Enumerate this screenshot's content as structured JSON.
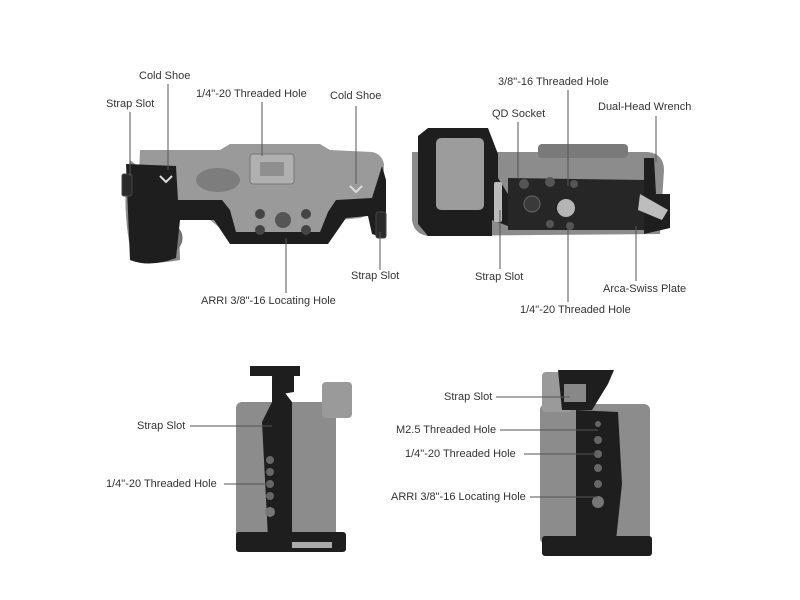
{
  "colors": {
    "background": "#ffffff",
    "label_text": "#333333",
    "leader_line": "#555555",
    "camera_grey": "#8c8c8c",
    "cage_black": "#1e1e1e"
  },
  "views": {
    "top": {
      "labels": {
        "strap_slot_left": "Strap Slot",
        "cold_shoe_left": "Cold Shoe",
        "threaded_hole_14": "1/4\"-20 Threaded Hole",
        "cold_shoe_right": "Cold Shoe",
        "strap_slot_right": "Strap Slot",
        "arri_hole": "ARRI 3/8\"-16 Locating Hole"
      }
    },
    "bottom": {
      "labels": {
        "threaded_hole_38": "3/8\"-16 Threaded Hole",
        "qd_socket": "QD Socket",
        "dual_head_wrench": "Dual-Head Wrench",
        "strap_slot": "Strap Slot",
        "arca_swiss_plate": "Arca-Swiss Plate",
        "threaded_hole_14": "1/4\"-20 Threaded Hole"
      }
    },
    "left_side": {
      "labels": {
        "strap_slot": "Strap Slot",
        "threaded_hole_14": "1/4\"-20 Threaded Hole"
      }
    },
    "right_side": {
      "labels": {
        "strap_slot": "Strap Slot",
        "m25_hole": "M2.5 Threaded Hole",
        "threaded_hole_14": "1/4\"-20 Threaded Hole",
        "arri_hole": "ARRI 3/8\"-16 Locating Hole"
      }
    }
  }
}
